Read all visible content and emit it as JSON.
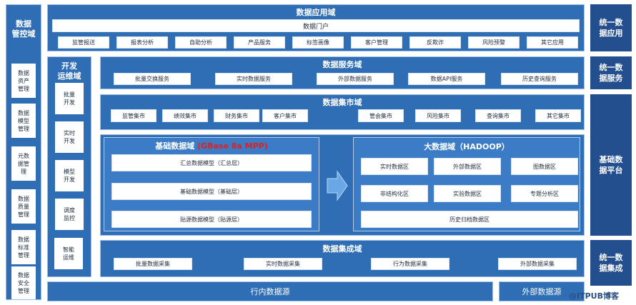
{
  "left_column": {
    "title": "数据\n管控域",
    "items": [
      "数据\n资产\n管理",
      "数据\n模型\n管理",
      "元数\n据管\n理",
      "数据\n质量\n管理",
      "数据\n标准\n管理",
      "数据\n安全\n管理"
    ]
  },
  "app_domain": {
    "title": "数据应用域",
    "portal": "数据门户",
    "items": [
      "监管报送",
      "报表分析",
      "自助分析",
      "产品服务",
      "标签画像",
      "客户管理",
      "反欺诈",
      "风险预警",
      "其它应用"
    ]
  },
  "devops": {
    "title": "开发\n运维域",
    "items": [
      "批量\n开发",
      "实时\n开发",
      "模型\n开发",
      "调度\n监控",
      "智能\n运维"
    ]
  },
  "service_domain": {
    "title": "数据服务域",
    "items": [
      "批量交换服务",
      "实时数据服务",
      "外部数据服务",
      "数据API服务",
      "历史查询服务"
    ]
  },
  "mart_domain": {
    "title": "数据集市域",
    "items": [
      "监管集市",
      "绩效集市",
      "财务集市",
      "客户集市",
      "管会集市",
      "风险集市",
      "查询集市",
      "其它集市"
    ]
  },
  "base_domain": {
    "title": "基础数据域",
    "title_note": "(GBase 8a MPP)",
    "layers": [
      "汇总数据模型（汇总层）",
      "基础数据模型（基础层）",
      "贴源数据模型（贴源层）"
    ]
  },
  "bigdata_domain": {
    "title": "大数据域（HADOOP）",
    "zones": [
      "实时数据区",
      "外部数据区",
      "图数据区",
      "非结构化区",
      "实验数据区",
      "专题分析区"
    ],
    "history": "历史归档数据区"
  },
  "integration_domain": {
    "title": "数据集成域",
    "items": [
      "批量数据采集",
      "实时数据采集",
      "行为数据采集",
      "外部数据采集"
    ]
  },
  "sources": {
    "internal": "行内数据源",
    "external": "外部数据源"
  },
  "right_labels": [
    "统一数\n据应用",
    "统一数\n据服务",
    "基础数\n据平台",
    "统一数\n据集成"
  ],
  "watermark": "@ITPUB博客"
}
